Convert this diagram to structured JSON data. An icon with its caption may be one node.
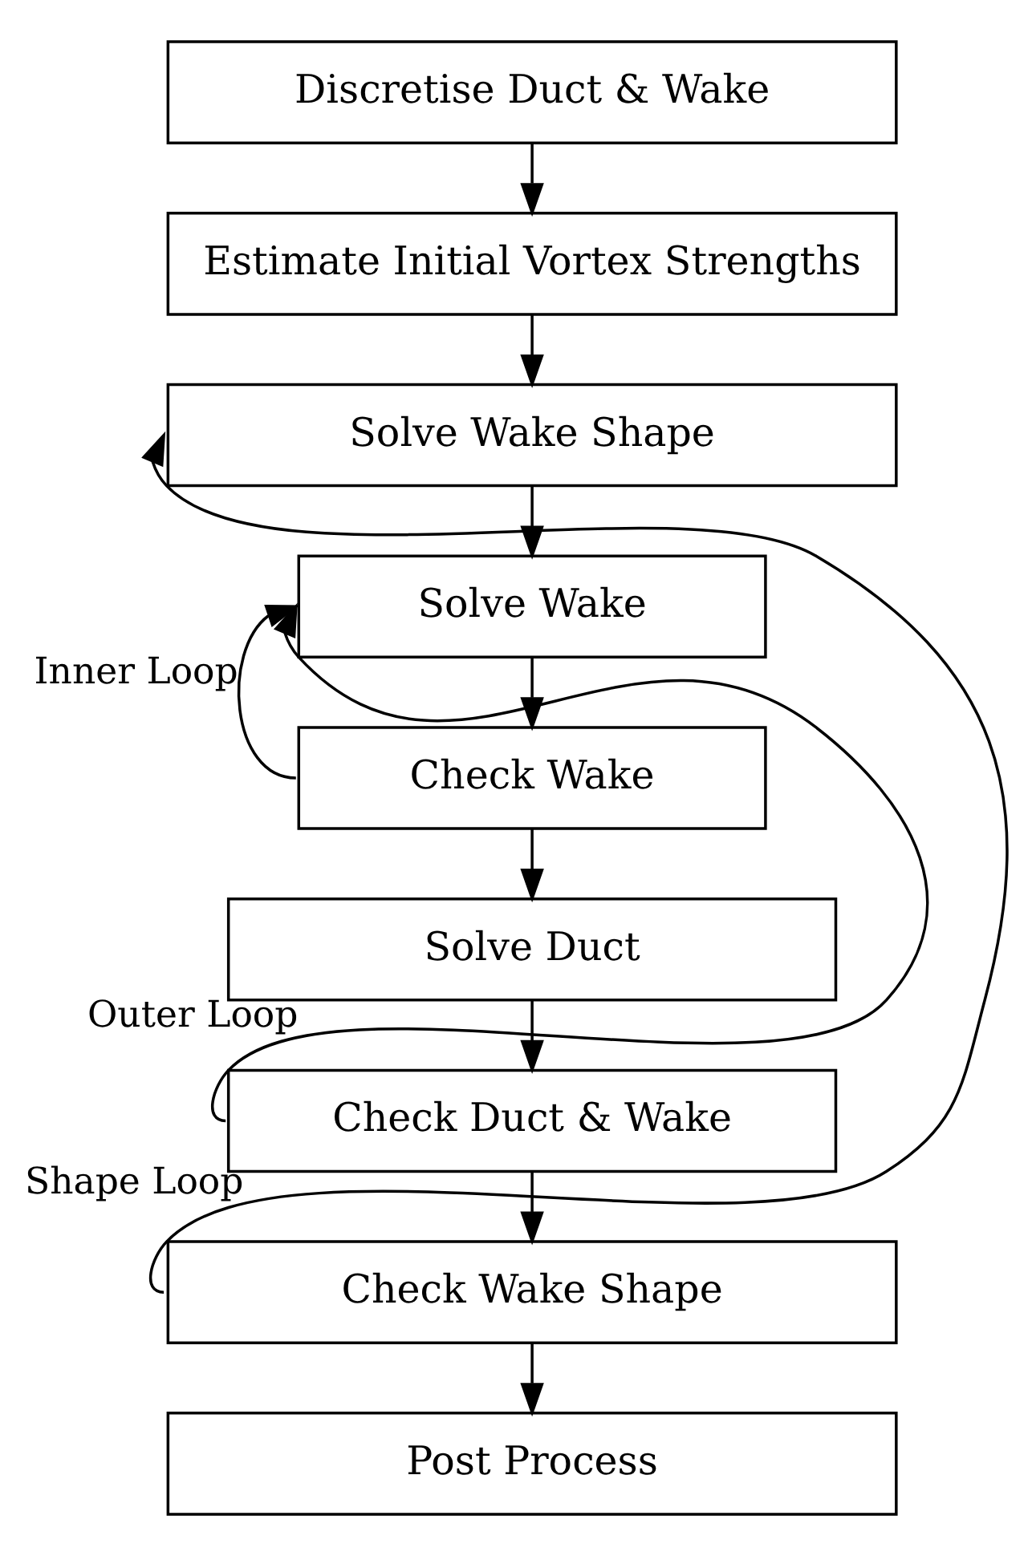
{
  "diagram": {
    "nodes": [
      {
        "text": [
          "Discretise Duct & Wake"
        ]
      },
      {
        "text": [
          "Estimate Initial Vortex Strengths"
        ]
      },
      {
        "text": [
          "Solve Wake Shape"
        ]
      },
      {
        "text": [
          "Solve Wake"
        ]
      },
      {
        "text": [
          "Check Wake"
        ]
      },
      {
        "text": [
          "Solve Duct"
        ]
      },
      {
        "text": [
          "Check Duct & Wake"
        ]
      },
      {
        "text": [
          "Check Wake Shape"
        ]
      },
      {
        "text": [
          "Post Process"
        ]
      }
    ],
    "edges": [
      {
        "from": 0,
        "to": 1,
        "arrow": "to"
      },
      {
        "from": 1,
        "to": 2,
        "arrow": "to"
      },
      {
        "from": 2,
        "to": 3,
        "arrow": "to"
      },
      {
        "from": 3,
        "to": 4,
        "arrow": "to"
      },
      {
        "from": 4,
        "to": 5,
        "arrow": "to"
      },
      {
        "from": 5,
        "to": 6,
        "arrow": "to"
      },
      {
        "from": 6,
        "to": 7,
        "arrow": "to"
      },
      {
        "from": 7,
        "to": 8,
        "arrow": "to"
      },
      {
        "from": 4,
        "to": 3,
        "arrow": "to",
        "label": "Inner Loop"
      },
      {
        "from": 6,
        "to": 3,
        "arrow": "to",
        "label": "Outer Loop"
      },
      {
        "from": 7,
        "to": 2,
        "arrow": "to",
        "label": "Shape Loop"
      }
    ]
  }
}
